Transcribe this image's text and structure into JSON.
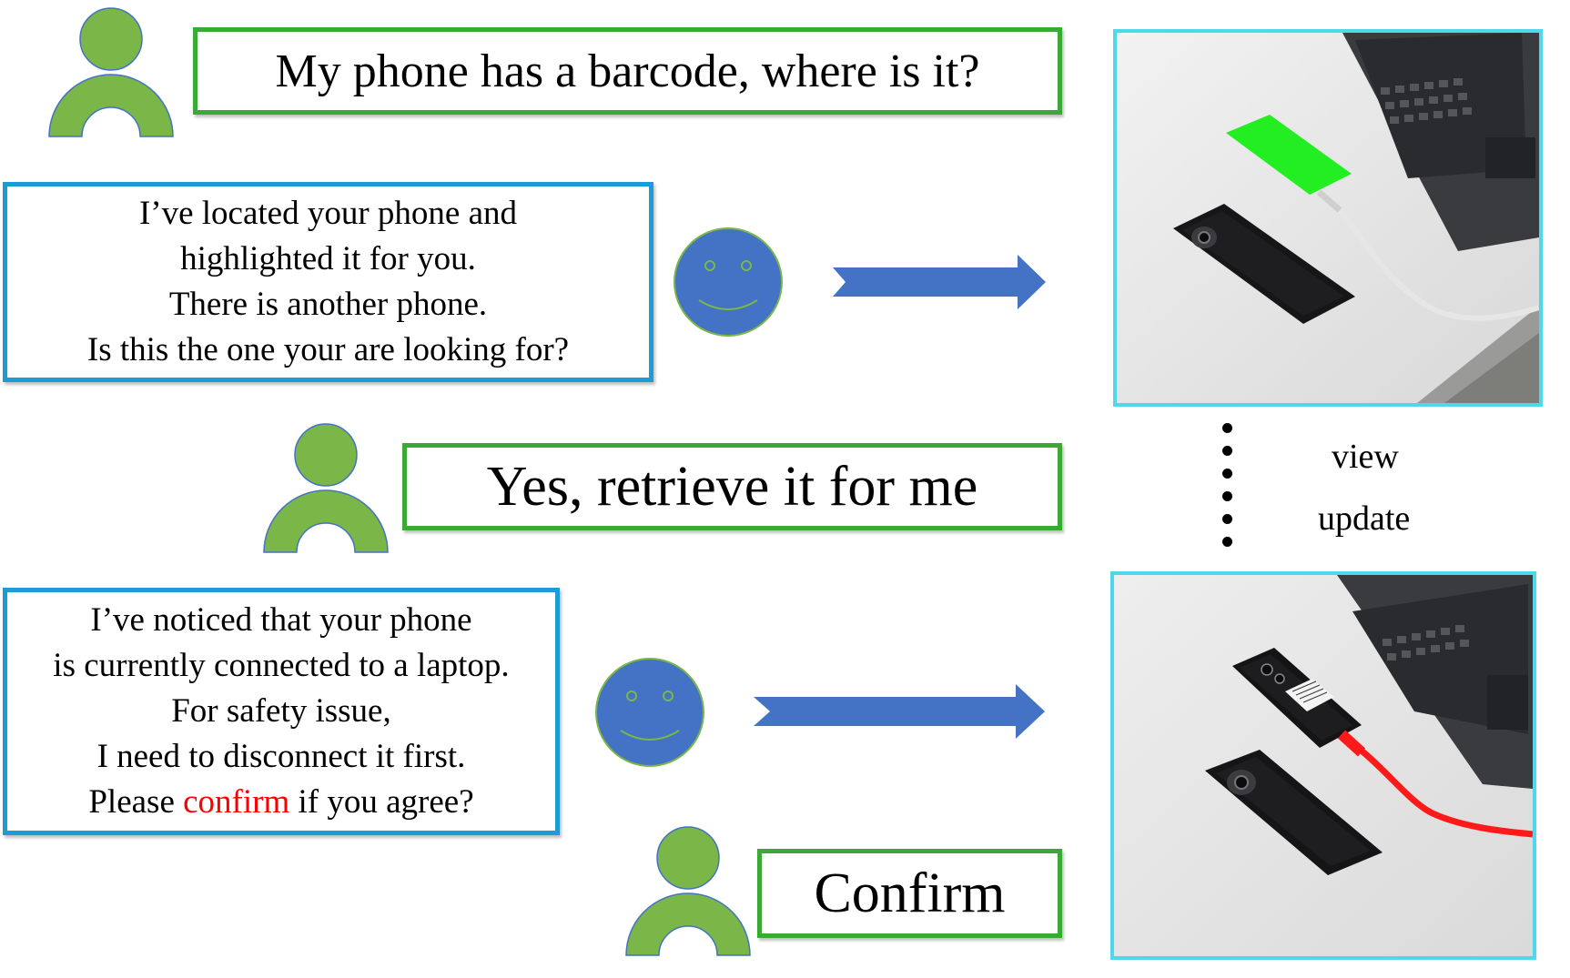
{
  "colors": {
    "user_icon": "#7ab648",
    "bot_icon": "#4472c4",
    "user_box_border": "#3aaa35",
    "bot_box_border": "#1d9bd6",
    "arrow": "#4472c4",
    "photo_border": "#4fd8ea",
    "highlight_phone": "#22ee22",
    "highlight_cable": "#ff1a1a",
    "emphasis_text": "#ff0000"
  },
  "icons": {
    "user": "user-person-icon",
    "bot": "smiley-face-icon",
    "arrow": "right-arrow-icon"
  },
  "dialogue": {
    "user_1": "My phone has a barcode, where is it?",
    "bot_1": {
      "lines": [
        "I’ve located your phone and",
        "highlighted it for you.",
        "There is another phone.",
        "Is this the one your are looking for?"
      ]
    },
    "user_2": "Yes, retrieve it for me",
    "bot_2": {
      "lines": [
        "I’ve noticed that your phone",
        "is currently connected to a laptop.",
        "For safety issue,",
        "I need to disconnect it first."
      ],
      "last_line_prefix": "Please ",
      "last_line_highlight": "confirm",
      "last_line_suffix": " if you agree?"
    },
    "user_3": "Confirm"
  },
  "side_labels": {
    "line_1": "view",
    "line_2": "update"
  }
}
